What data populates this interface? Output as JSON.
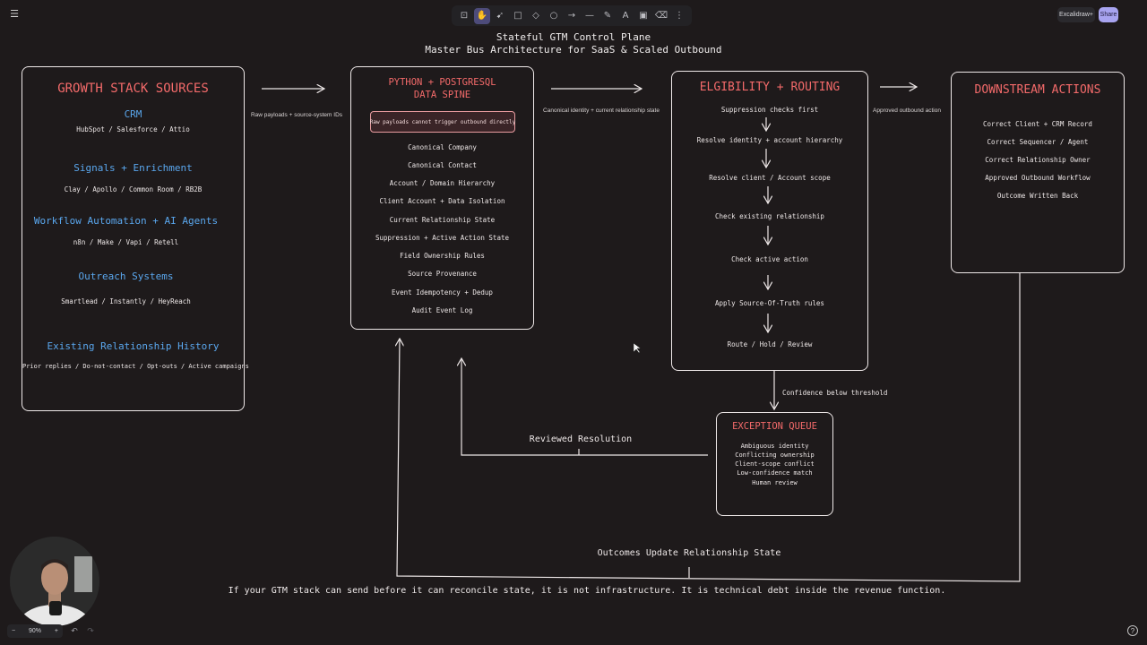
{
  "toolbar": {
    "tools": [
      {
        "name": "lock-icon",
        "glyph": "⊡"
      },
      {
        "name": "hand-icon",
        "glyph": "✋"
      },
      {
        "name": "selection-icon",
        "glyph": "➹"
      },
      {
        "name": "rectangle-icon",
        "glyph": "□"
      },
      {
        "name": "diamond-icon",
        "glyph": "◇"
      },
      {
        "name": "ellipse-icon",
        "glyph": "○"
      },
      {
        "name": "arrow-icon",
        "glyph": "→"
      },
      {
        "name": "line-icon",
        "glyph": "—"
      },
      {
        "name": "pencil-icon",
        "glyph": "✎"
      },
      {
        "name": "text-icon",
        "glyph": "A"
      },
      {
        "name": "image-icon",
        "glyph": "▣"
      },
      {
        "name": "eraser-icon",
        "glyph": "⌫"
      },
      {
        "name": "more-icon",
        "glyph": "⋮"
      }
    ],
    "active_tool": "hand-icon"
  },
  "header": {
    "excalidraw_plus": "Excalidraw+",
    "share": "Share"
  },
  "diagram": {
    "title_line1": "Stateful GTM Control Plane",
    "title_line2": "Master Bus Architecture for SaaS & Scaled Outbound",
    "sources": {
      "heading": "GROWTH STACK SOURCES",
      "groups": [
        {
          "heading": "CRM",
          "items": "HubSpot / Salesforce / Attio"
        },
        {
          "heading": "Signals + Enrichment",
          "items": "Clay / Apollo / Common Room / RB2B"
        },
        {
          "heading": "Workflow Automation + AI Agents",
          "items": "n8n / Make / Vapi / Retell"
        },
        {
          "heading": "Outreach Systems",
          "items": "Smartlead / Instantly / HeyReach"
        },
        {
          "heading": "Existing Relationship History",
          "items": "Prior replies / Do-not-contact / Opt-outs / Active campaigns"
        }
      ]
    },
    "arrow_labels": {
      "raw_payloads": "Raw payloads + source-system IDs",
      "canonical": "Canonical identity + current relationship state",
      "approved": "Approved outbound action",
      "confidence": "Confidence below threshold",
      "reviewed": "Reviewed Resolution",
      "outcomes": "Outcomes Update Relationship State"
    },
    "spine": {
      "heading_line1": "PYTHON + POSTGRESQL",
      "heading_line2": "DATA SPINE",
      "warning": "Raw payloads cannot trigger outbound directly",
      "items": [
        "Canonical Company",
        "Canonical Contact",
        "Account / Domain Hierarchy",
        "Client Account + Data Isolation",
        "Current Relationship State",
        "Suppression + Active Action State",
        "Field Ownership Rules",
        "Source Provenance",
        "Event Idempotency + Dedup",
        "Audit Event Log"
      ]
    },
    "routing": {
      "heading": "ELGIBILITY + ROUTING",
      "steps": [
        "Suppression checks first",
        "Resolve identity + account hierarchy",
        "Resolve client / Account scope",
        "Check existing relationship",
        "Check active action",
        "Apply Source-Of-Truth rules",
        "Route / Hold / Review"
      ]
    },
    "downstream": {
      "heading": "DOWNSTREAM ACTIONS",
      "items": [
        "Correct Client + CRM Record",
        "Correct Sequencer / Agent",
        "Correct Relationship Owner",
        "Approved Outbound Workflow",
        "Outcome Written Back"
      ]
    },
    "exception": {
      "heading": "EXCEPTION QUEUE",
      "items": [
        "Ambiguous identity",
        "Conflicting ownership",
        "Client-scope conflict",
        "Low-confidence match",
        "Human review"
      ]
    },
    "footer": "If your GTM stack can send before it can reconcile state, it is not infrastructure. It is technical debt inside the revenue function."
  },
  "footer_controls": {
    "zoom_out": "−",
    "zoom_level": "90%",
    "zoom_in": "+",
    "undo": "↶",
    "redo": "↷",
    "help": "?"
  }
}
